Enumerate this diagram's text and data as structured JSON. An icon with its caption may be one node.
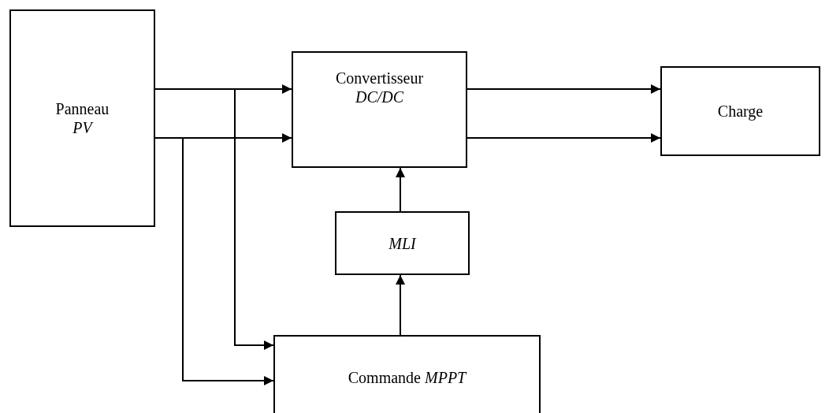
{
  "diagram": {
    "nodes": [
      {
        "text": [
          "Panneau *PV*"
        ]
      },
      {
        "text": [
          "Convertisseur *DC/DC*"
        ]
      },
      {
        "text": [
          "Charge"
        ]
      },
      {
        "text": [
          "MLI"
        ]
      },
      {
        "text": [
          "Commande *MPPT*"
        ]
      }
    ],
    "edges": [
      {
        "from": 0,
        "to": 1,
        "arrow": "to"
      },
      {
        "from": 0,
        "to": 1,
        "arrow": "to"
      },
      {
        "from": 0,
        "to": 4,
        "arrow": "to"
      },
      {
        "from": 0,
        "to": 4,
        "arrow": "to"
      },
      {
        "from": 1,
        "to": 2,
        "arrow": "to"
      },
      {
        "from": 1,
        "to": 2,
        "arrow": "to"
      },
      {
        "from": 4,
        "to": 3,
        "arrow": "to"
      },
      {
        "from": 3,
        "to": 1,
        "arrow": "to"
      }
    ]
  }
}
